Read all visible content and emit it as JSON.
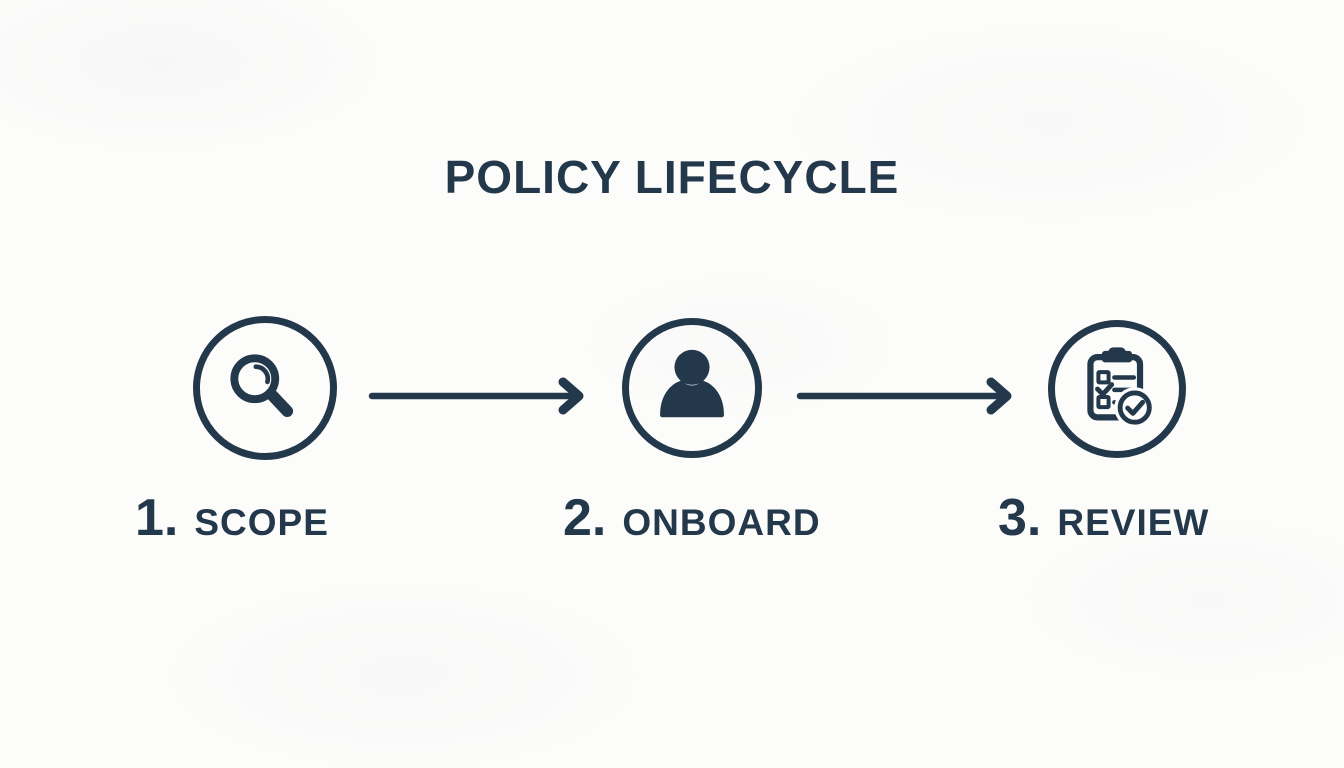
{
  "colors": {
    "ink": "#24384c",
    "background": "#fcfcfb"
  },
  "header": {
    "title": "POLICY LIFECYCLE"
  },
  "diagram": {
    "type": "flow",
    "direction": "left-to-right",
    "connector": "arrow-right",
    "steps": [
      {
        "number": "1.",
        "label": "SCOPE",
        "icon": "magnifying-glass-icon"
      },
      {
        "number": "2.",
        "label": "ONBOARD",
        "icon": "person-icon"
      },
      {
        "number": "3.",
        "label": "REVIEW",
        "icon": "clipboard-checklist-icon"
      }
    ]
  }
}
